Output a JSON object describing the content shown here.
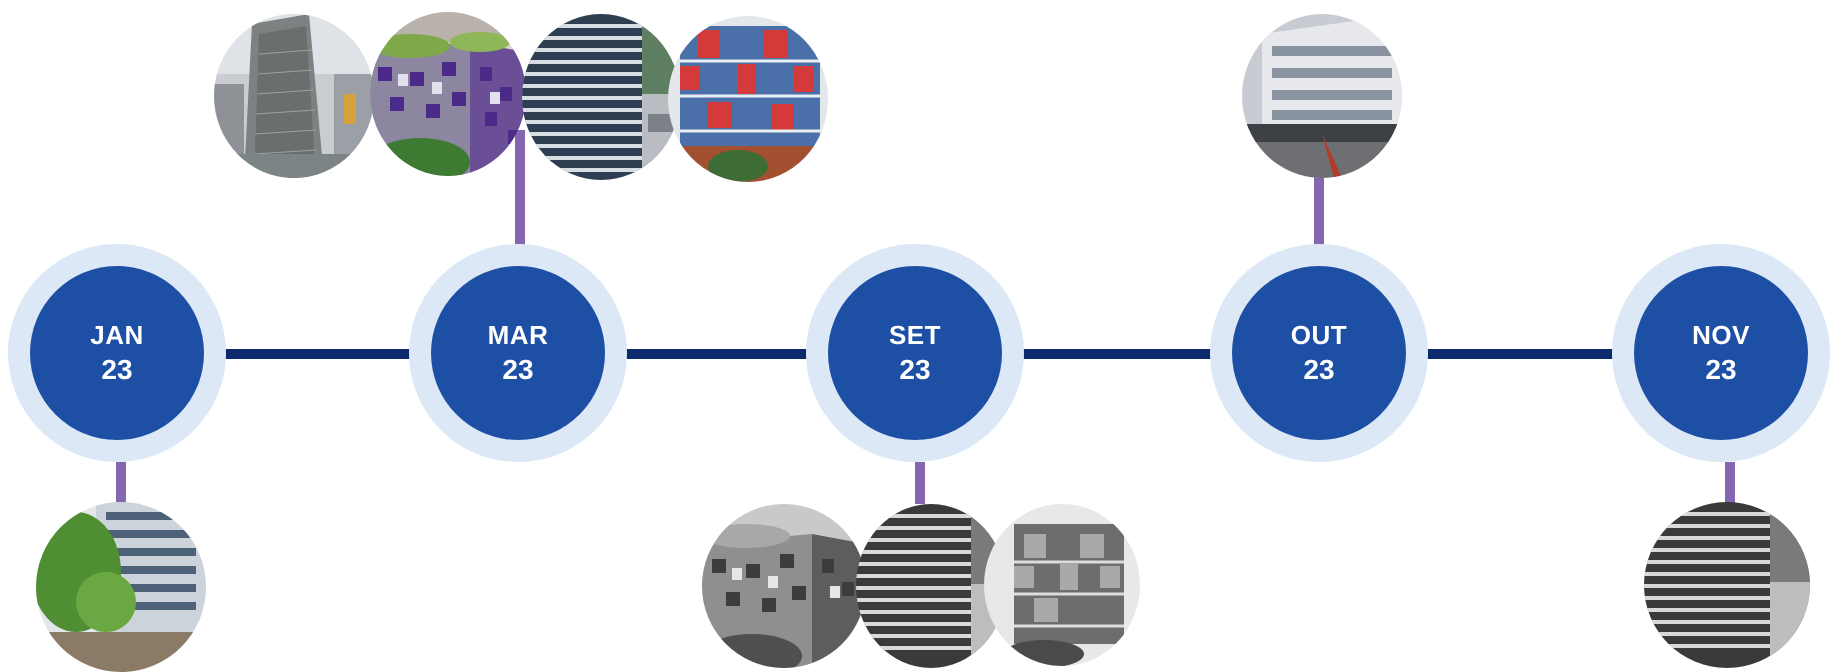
{
  "timeline": {
    "milestones": [
      {
        "month": "JAN",
        "year": "23"
      },
      {
        "month": "MAR",
        "year": "23"
      },
      {
        "month": "SET",
        "year": "23"
      },
      {
        "month": "OUT",
        "year": "23"
      },
      {
        "month": "NOV",
        "year": "23"
      }
    ]
  },
  "colors": {
    "line": "#0d2a6e",
    "connector": "#8566b0",
    "ring": "#dce8f6",
    "core": "#1d4fa5",
    "label": "#ffffff"
  },
  "photos": [
    {
      "milestone": "JAN",
      "position": "below",
      "subject": "building-photo-green-tree",
      "grayscale": false
    },
    {
      "milestone": "MAR",
      "position": "above",
      "subject": "building-photo-glass-tower",
      "grayscale": false
    },
    {
      "milestone": "MAR",
      "position": "above",
      "subject": "building-photo-purple-facade",
      "grayscale": false
    },
    {
      "milestone": "MAR",
      "position": "above",
      "subject": "building-photo-striped-tower",
      "grayscale": false
    },
    {
      "milestone": "MAR",
      "position": "above",
      "subject": "building-photo-red-blue-facade",
      "grayscale": false
    },
    {
      "milestone": "SET",
      "position": "below",
      "subject": "building-photo-checkered-facade",
      "grayscale": true
    },
    {
      "milestone": "SET",
      "position": "below",
      "subject": "building-photo-striped-tower",
      "grayscale": true
    },
    {
      "milestone": "SET",
      "position": "below",
      "subject": "building-photo-stacked-blocks",
      "grayscale": true
    },
    {
      "milestone": "OUT",
      "position": "above",
      "subject": "building-photo-white-office",
      "grayscale": false
    },
    {
      "milestone": "NOV",
      "position": "below",
      "subject": "building-photo-striped-tower",
      "grayscale": true
    }
  ]
}
